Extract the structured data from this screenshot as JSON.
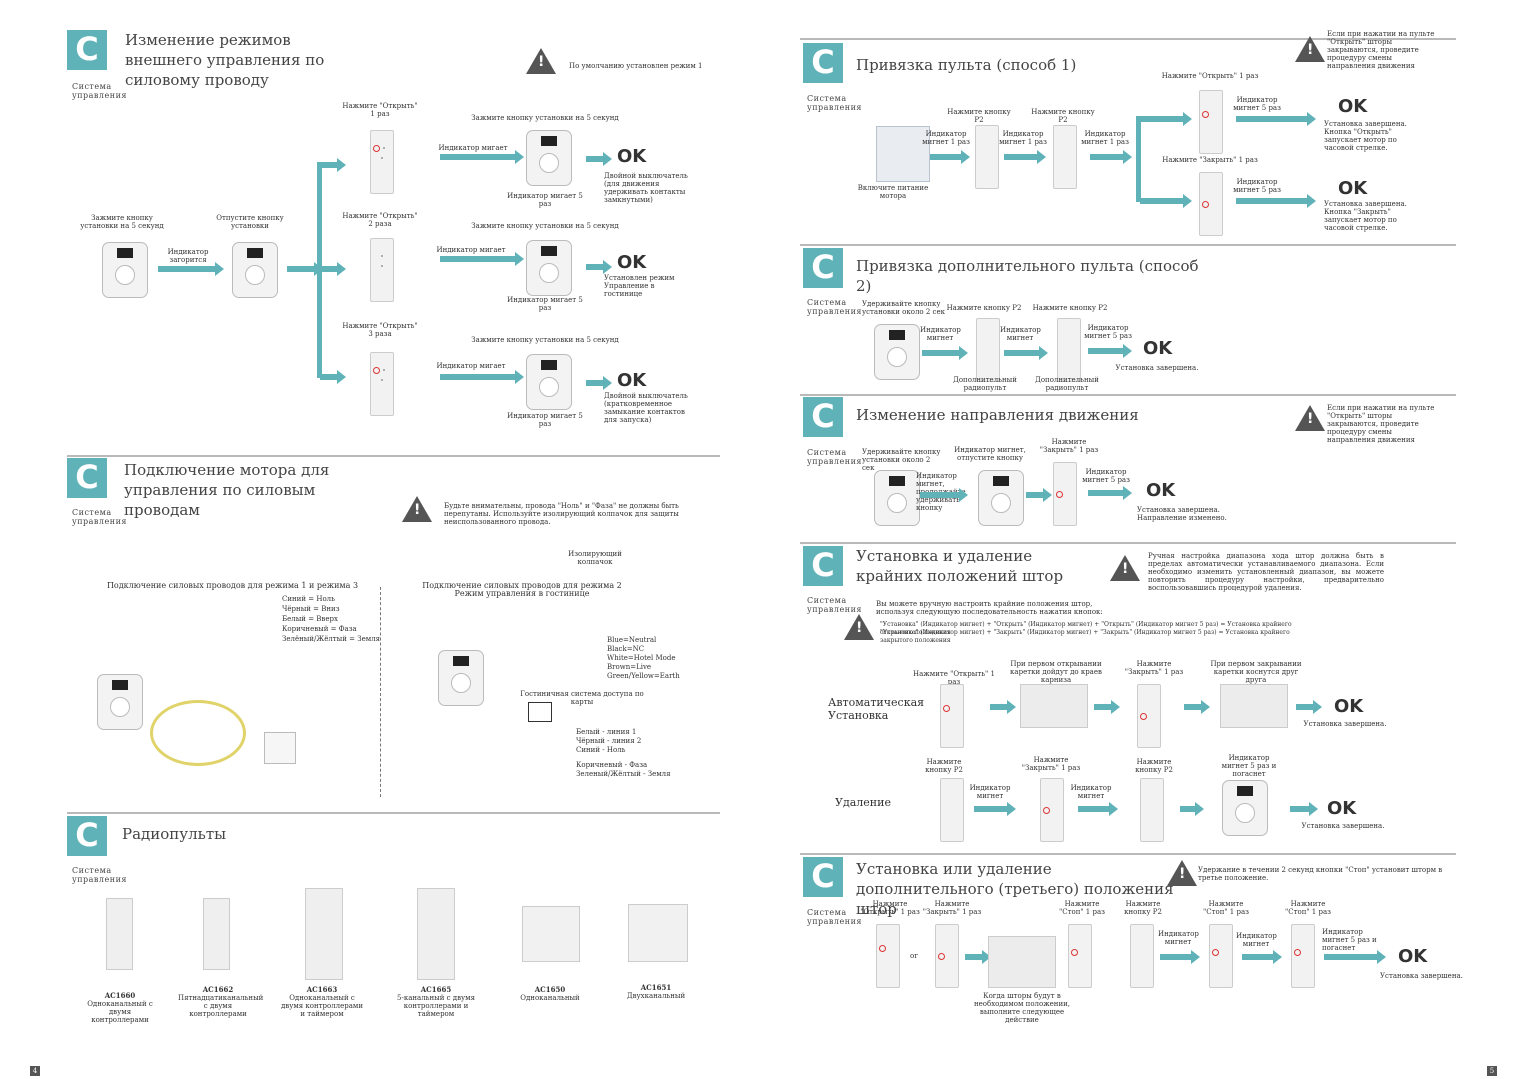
{
  "sys_label": "Система управления",
  "sections": {
    "s1": {
      "title": "Изменение режимов внешнего управления по силовому проводу",
      "warn": "По умолчанию установлен режим 1",
      "press_open_1": "Нажмите \"Открыть\" 1 раз",
      "press_open_2": "Нажмите \"Открыть\" 2 раза",
      "press_open_3": "Нажмите \"Открыть\" 3 раза",
      "hold_button": "Зажмите кнопку установки на 5 секунд",
      "release": "Отпустите кнопку установки",
      "led_off": "Индикатор загорится",
      "hold5": "Зажмите кнопку установки на 5 секунд",
      "led_blink": "Индикатор мигает",
      "led_5": "Индикатор мигает 5 раз",
      "ok": "OK",
      "r1": "Двойной выключатель (для движения удерживать контакты замкнутыми)",
      "r2": "Установлен режим Управление в гостинице",
      "r3": "Двойной выключатель (кратковременное замыкание контактов для запуска)"
    },
    "s2": {
      "title": "Подключение мотора для управления по силовым проводам",
      "warn": "Будьте внимательны, провода \"Ноль\" и \"Фаза\" не должны быть перепутаны. Используйте изолирующий колпачок для защиты неиспользованного провода.",
      "cap": "Изолирующий колпачок",
      "mode13": "Подключение силовых проводов для режима 1 и режима 3",
      "mode2": "Подключение силовых проводов для режима 2 Режим управления в гостинице",
      "w1": [
        "Синий = Ноль",
        "Чёрный = Вниз",
        "Белый = Вверх",
        "Коричневый = Фаза",
        "Зелёный/Жёлтый = Земля"
      ],
      "w2": [
        "Blue=Neutral",
        "Black=NC",
        "White=Hotel Mode",
        "Brown=Live",
        "Green/Yellow=Earth"
      ],
      "hotel": "Гостиничная система доступа по карты",
      "w3": [
        "Белый - линия 1",
        "Чёрный - линия 2",
        "Синий - Ноль",
        "Коричневый - Фаза",
        "Зеленый/Жёлтый - Земля"
      ]
    },
    "s3": {
      "title": "Радиопульты",
      "models": [
        {
          "code": "AC1660",
          "desc": "Одноканальный с двумя контроллерами"
        },
        {
          "code": "AC1662",
          "desc": "Пятнадцатиканальный с двумя контроллерами"
        },
        {
          "code": "AC1663",
          "desc": "Одноканальный с двумя контроллерами и таймером"
        },
        {
          "code": "AC1665",
          "desc": "5-канальный с двумя контроллерами и таймером"
        },
        {
          "code": "AC1650",
          "desc": "Одноканальный"
        },
        {
          "code": "AC1651",
          "desc": "Двухканальный"
        }
      ]
    },
    "s4": {
      "title": "Привязка пульта (способ 1)",
      "warn": "Если при нажатии на пульте \"Открыть\" шторы закрываются, проведите процедуру смены направления движения",
      "power": "Включите питание мотора",
      "p2": "Нажмите кнопку P2",
      "led1": "Индикатор мигнет 1 раз",
      "open1": "Нажмите \"Открыть\" 1 раз",
      "close1": "Нажмите \"Закрыть\" 1 раз",
      "led5": "Индикатор мигнет 5 раз",
      "done_open": "Установка завершена. Кнопка \"Открыть\" запускает мотор по часовой стрелке.",
      "done_close": "Установка завершена. Кнопка \"Закрыть\" запускает мотор по часовой стрелке."
    },
    "s5": {
      "title": "Привязка дополнительного пульта (способ 2)",
      "hold": "Удерживайте кнопку установки около 2 сек",
      "p2": "Нажмите кнопку P2",
      "led": "Индикатор мигнет",
      "led5": "Индикатор мигнет 5 раз",
      "extra": "Дополнительный радиопульт",
      "done": "Установка завершена."
    },
    "s6": {
      "title": "Изменение направления движения",
      "warn": "Если при нажатии на пульте \"Открыть\" шторы закрываются, проведите процедуру смены направления движения",
      "hold": "Удерживайте кнопку установки около 2 сек",
      "release": "Индикатор мигнет, отпустите кнопку",
      "close1": "Нажмите \"Закрыть\" 1 раз",
      "led_hold": "Индикатор мигнет, продолжайте удерживать кнопку",
      "led5": "Индикатор мигнет 5 раз",
      "done": "Установка завершена. Направление изменено."
    },
    "s7": {
      "title": "Установка и удаление крайних положений штор",
      "warn": "Ручная настройка диапазона хода штор должна быть в пределах автоматически устанавливаемого диапазона. Если необходимо изменить установленный диапазон, вы можете повторить процедуру настройки, предварительно воспользовавшись процедурой удаления.",
      "manual": "Вы можете вручную настроить крайние положения штор, используя следующую последовательность нажатия кнопок:",
      "seq1": "\"Установка\" (Индикатор мигнет) + \"Открыть\" (Индикатор мигнет) + \"Открыть\" (Индикатор мигнет 5 раз) = Установка крайнего открытого положения",
      "seq2": "\"Установка\" (Индикатор мигнет) + \"Закрыть\" (Индикатор мигнет) + \"Закрыть\" (Индикатор мигнет 5 раз) = Установка крайнего закрытого положения",
      "auto": "Автоматическая Установка",
      "delete": "Удаление",
      "open1": "Нажмите \"Открыть\" 1 раз",
      "first_open": "При первом открывании каретки дойдут до краев карниза",
      "close1": "Нажмите \"Закрыть\" 1 раз",
      "first_close": "При первом закрывании каретки коснутся друг друга",
      "p2": "Нажмите кнопку P2",
      "led": "Индикатор мигнет",
      "led5": "Индикатор мигнет 5 раз и погаснет",
      "done": "Установка завершена."
    },
    "s8": {
      "title": "Установка или удаление дополнительного (третьего) положения штор",
      "warn": "Удержание в течении 2 секунд кнопки \"Стоп\" установит шторм в третье положение.",
      "open1": "Нажмите \"Открыть\" 1 раз",
      "or": "or",
      "close1": "Нажмите \"Закрыть\" 1 раз",
      "stop1": "Нажмите \"Стоп\" 1 раз",
      "p2": "Нажмите кнопку P2",
      "led": "Индикатор мигнет",
      "led5": "Индикатор мигнет 5 раз и погаснет",
      "when": "Когда шторы будут в необходимом положении, выполните следующее действие",
      "done": "Установка завершена."
    }
  },
  "pages": {
    "left": "4",
    "right": "5"
  }
}
